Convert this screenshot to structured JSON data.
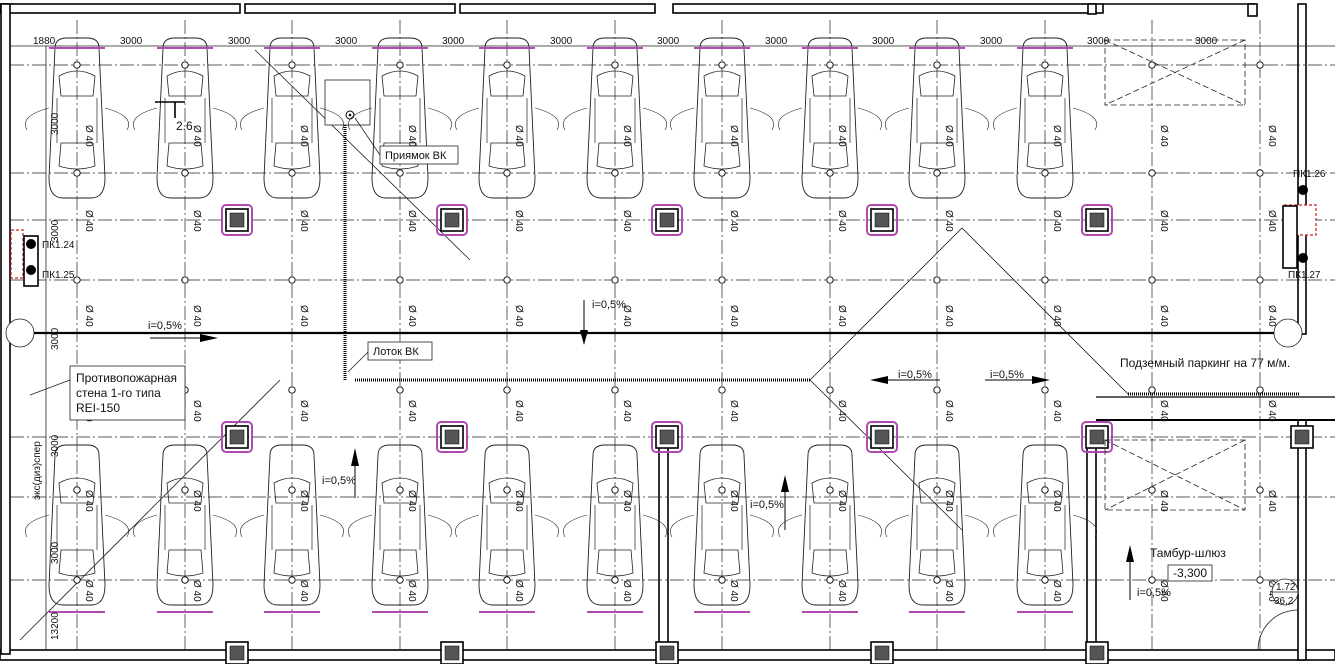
{
  "drawing": {
    "dimensions_top": [
      "1880",
      "3000",
      "3000",
      "3000",
      "3000",
      "3000",
      "3000",
      "3000",
      "3000",
      "3000",
      "3000",
      "3000"
    ],
    "dimensions_left": [
      "3000",
      "3000",
      "3000",
      "3000",
      "3000",
      "13200"
    ],
    "pipe_label": "Ø 40",
    "callouts": {
      "pit": "Приямок ВК",
      "tray": "Лоток ВК",
      "firewall": [
        "Противопожарная",
        "стена 1-го типа",
        "REI-150"
      ],
      "parking": "Подземный паркинг на 77 м/м.",
      "airlock": "Тамбур-шлюз",
      "level": "-3,300",
      "sprinkler_note": "экс(диз)спер",
      "room_tag": [
        "1.72",
        "36,2"
      ]
    },
    "hydrants": [
      "ПК1.24",
      "ПК1.25",
      "ПК1.26",
      "ПК1.27"
    ],
    "slopes": [
      "i=0,5%",
      "i=0,5%",
      "i=0,5%",
      "i=0,5%",
      "i=0,5%",
      "i=0,5%",
      "i=0,5%"
    ],
    "section_mark": "2.6",
    "colors": {
      "line": "#111111",
      "accent": "#b04ab0",
      "hydrant": "#d02020"
    }
  }
}
